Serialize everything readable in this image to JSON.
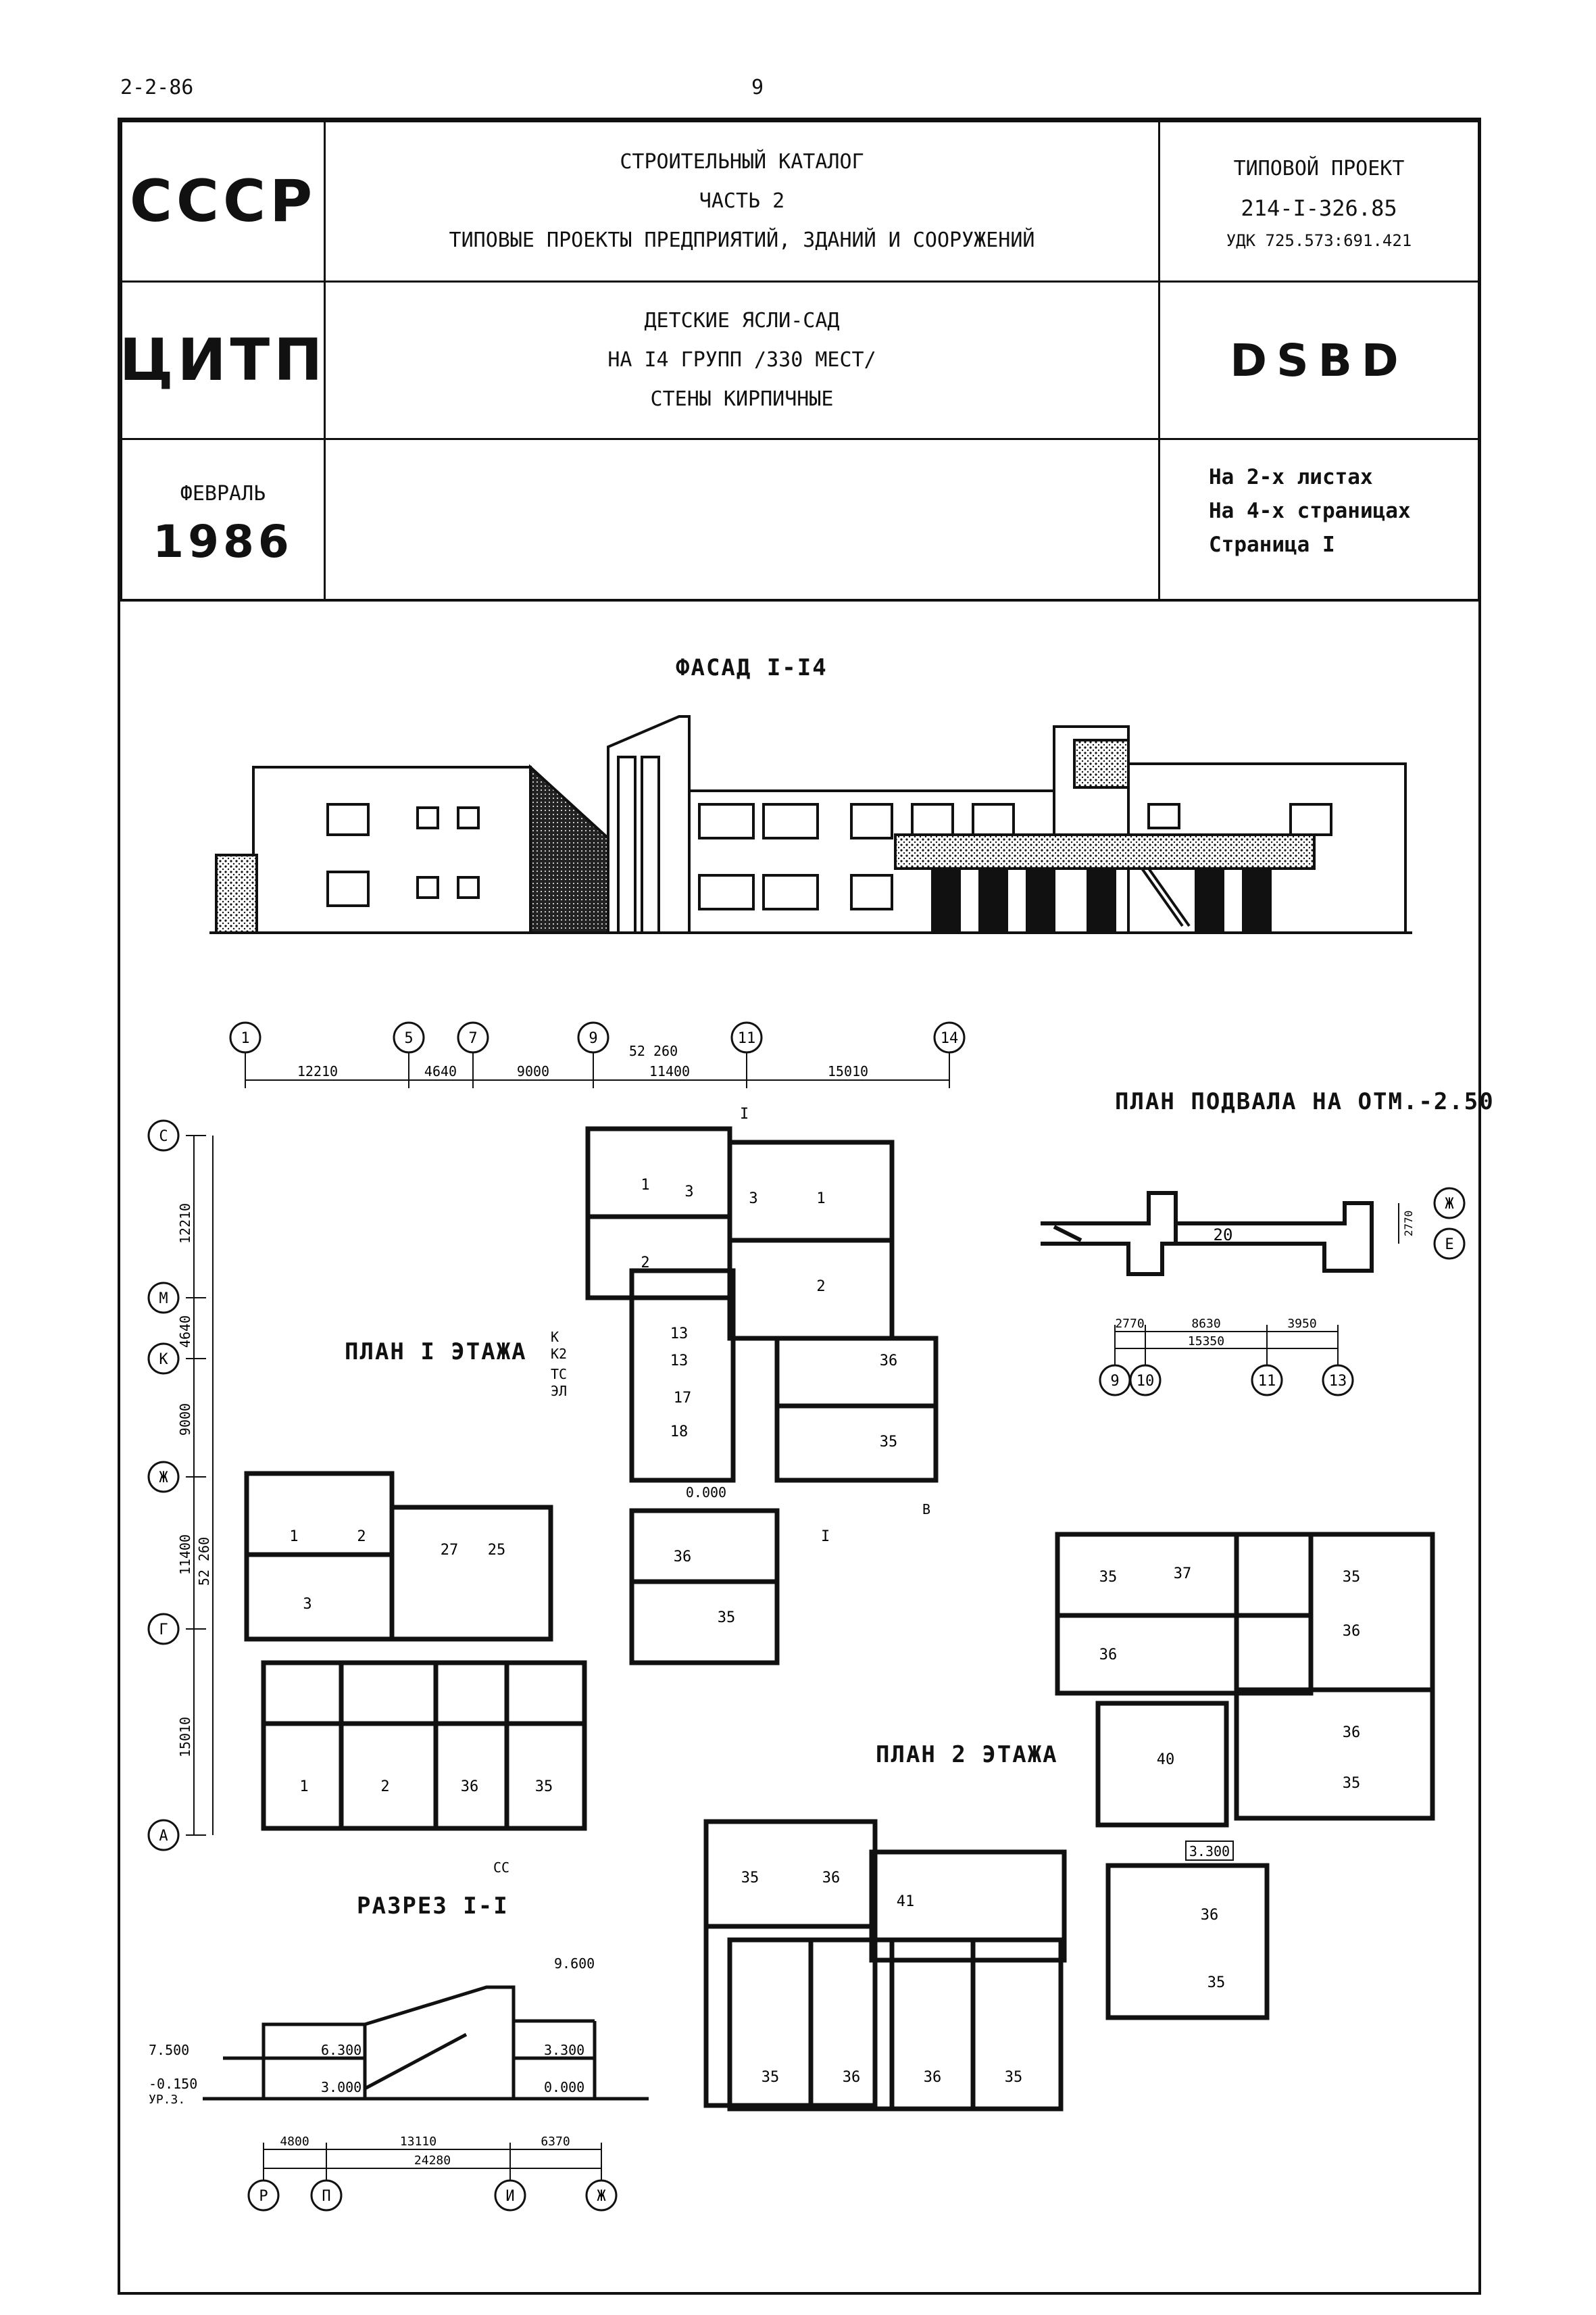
{
  "page": {
    "code": "2-2-86",
    "number": "9"
  },
  "header": {
    "org1": "СССР",
    "catalog": [
      "СТРОИТЕЛЬНЫЙ КАТАЛОГ",
      "ЧАСТЬ 2",
      "ТИПОВЫЕ ПРОЕКТЫ ПРЕДПРИЯТИЙ, ЗДАНИЙ И СООРУЖЕНИЙ"
    ],
    "project_label": "ТИПОВОЙ ПРОЕКТ",
    "project_no": "214-I-326.85",
    "udk": "УДК 725.573:691.421",
    "org2": "ЦИТП",
    "object": [
      "ДЕТСКИЕ ЯСЛИ-САД",
      "НА I4 ГРУПП /330 МЕСТ/",
      "СТЕНЫ КИРПИЧНЫЕ"
    ],
    "code": "DSBD",
    "month": "ФЕВРАЛЬ",
    "year": "1986",
    "sheets": [
      "На 2-х листах",
      "На 4-х страницах",
      "Страница I"
    ]
  },
  "drawings": {
    "facade_title": "ФАСАД I-I4",
    "plan1_title": "ПЛАН I ЭТАЖА",
    "plan2_title": "ПЛАН 2 ЭТАЖА",
    "basement_title": "ПЛАН ПОДВАЛА НА ОТМ.-2.50",
    "section_title": "РАЗРЕЗ I-I"
  },
  "plan1": {
    "axes_top": [
      "1",
      "5",
      "7",
      "9",
      "11",
      "14"
    ],
    "dims_top": [
      "12210",
      "4640",
      "9000",
      "11400",
      "15010"
    ],
    "dim_total": "52 260",
    "axes_left": [
      "С",
      "М",
      "К",
      "Ж",
      "Г",
      "А"
    ],
    "dims_left": [
      "12210",
      "4640",
      "9000",
      "11400",
      "15010"
    ],
    "dim_left_total": "52 260",
    "marks": [
      "0.000",
      "К",
      "К2",
      "ТС",
      "ЭЛ",
      "В",
      "СС",
      "I",
      "I"
    ]
  },
  "plan2": {
    "level": "3.300"
  },
  "basement": {
    "dims": [
      "2770",
      "8630",
      "3950"
    ],
    "total": "15350",
    "axes": [
      "9",
      "10",
      "11",
      "13"
    ],
    "side_axes": [
      "Ж",
      "Е"
    ],
    "side_dim": "2770"
  },
  "section": {
    "levels": [
      "9.600",
      "7.500",
      "6.300",
      "3.300",
      "3.000",
      "0.000",
      "-0.150"
    ],
    "ground_label": "УР.З.",
    "dims": [
      "4800",
      "13110",
      "6370"
    ],
    "total": "24280",
    "axes": [
      "Р",
      "П",
      "И",
      "Ж"
    ]
  }
}
